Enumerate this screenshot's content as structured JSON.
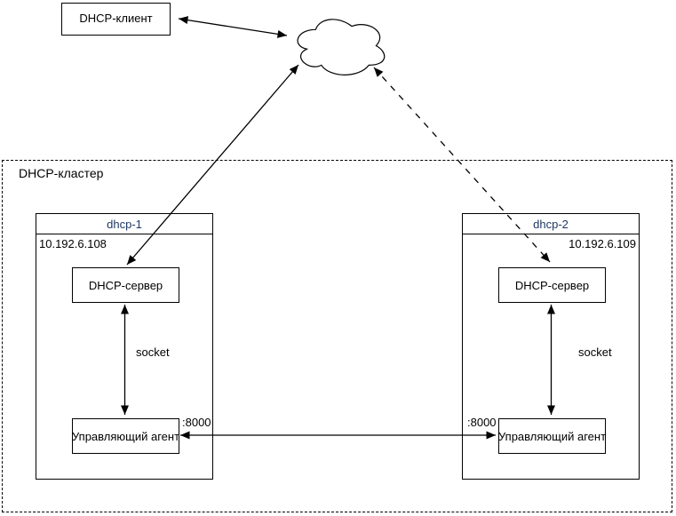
{
  "client": {
    "label": "DHCP-клиент"
  },
  "cloud": {
    "name": "network-cloud"
  },
  "cluster": {
    "label": "DHCP-кластер",
    "nodes": [
      {
        "title": "dhcp-1",
        "ip": "10.192.6.108",
        "server_label": "DHCP-сервер",
        "agent_label": "Управляющий агент",
        "socket_label": "socket",
        "port_label": ":8000"
      },
      {
        "title": "dhcp-2",
        "ip": "10.192.6.109",
        "server_label": "DHCP-сервер",
        "agent_label": "Управляющий агент",
        "socket_label": "socket",
        "port_label": ":8000"
      }
    ]
  },
  "edges": [
    {
      "from": "dhcp-client",
      "to": "cloud",
      "style": "solid",
      "bidirectional": true
    },
    {
      "from": "cloud",
      "to": "dhcp-1-server",
      "style": "solid",
      "bidirectional": true
    },
    {
      "from": "cloud",
      "to": "dhcp-2-server",
      "style": "dashed",
      "bidirectional": true
    },
    {
      "from": "dhcp-1-server",
      "to": "dhcp-1-agent",
      "style": "solid",
      "bidirectional": true,
      "label": "socket"
    },
    {
      "from": "dhcp-2-server",
      "to": "dhcp-2-agent",
      "style": "solid",
      "bidirectional": true,
      "label": "socket"
    },
    {
      "from": "dhcp-1-agent",
      "to": "dhcp-2-agent",
      "style": "solid",
      "bidirectional": true,
      "label_left": ":8000",
      "label_right": ":8000"
    }
  ],
  "colors": {
    "node_title": "#1f3864",
    "line": "#000000",
    "background": "#ffffff"
  }
}
